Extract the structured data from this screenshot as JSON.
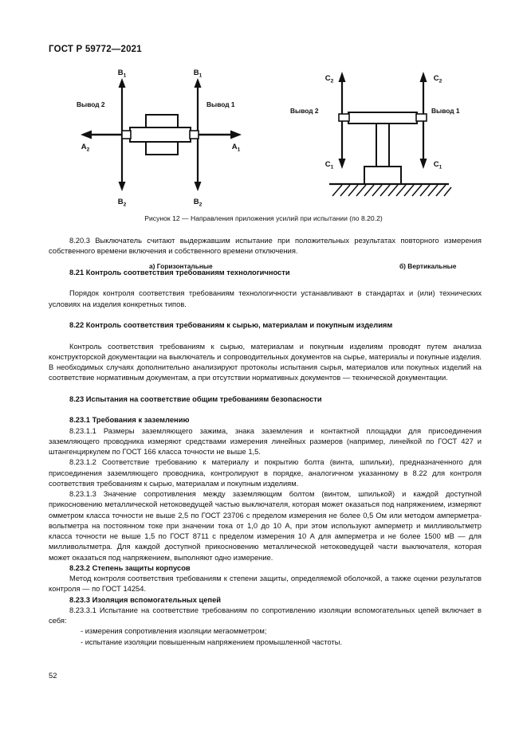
{
  "document": {
    "standard_header": "ГОСТ Р 59772—2021",
    "page_number": "52"
  },
  "figure": {
    "caption": "Рисунок 12 — Направления приложения усилий при испытании (по 8.20.2)",
    "sub_caption_a": "а) Горизонтальные",
    "sub_caption_b": "б) Вертикальные",
    "diagram_a": {
      "label_b1_left": "B",
      "label_b1_left_sub": "1",
      "label_b1_right": "B",
      "label_b1_right_sub": "1",
      "label_b2_left": "B",
      "label_b2_left_sub": "2",
      "label_b2_right": "B",
      "label_b2_right_sub": "2",
      "label_a2": "A",
      "label_a2_sub": "2",
      "label_a1": "A",
      "label_a1_sub": "1",
      "terminal_left": "Вывод 2",
      "terminal_right": "Вывод 1"
    },
    "diagram_b": {
      "label_c2_left": "C",
      "label_c2_left_sub": "2",
      "label_c2_right": "C",
      "label_c2_right_sub": "2",
      "label_c1_left": "C",
      "label_c1_left_sub": "1",
      "label_c1_right": "C",
      "label_c1_right_sub": "1",
      "terminal_left": "Вывод 2",
      "terminal_right": "Вывод 1"
    }
  },
  "content": {
    "p_8_20_3": "8.20.3 Выключатель считают выдержавшим испытание при положительных результатах повторного измерения собственного времени включения и собственного времени отключения.",
    "h_8_21": "8.21 Контроль соответствия требованиям технологичности",
    "p_8_21": "Порядок контроля соответствия требованиям технологичности устанавливают в стандартах и (или) технических условиях на изделия конкретных типов.",
    "h_8_22": "8.22 Контроль соответствия требованиям к сырью, материалам и покупным изделиям",
    "p_8_22": "Контроль соответствия требованиям к сырью, материалам и покупным изделиям проводят путем анализа конструкторской документации на выключатель и сопроводительных документов на сырье, материалы и покупные изделия. В необходимых случаях дополнительно анализируют протоколы испытания сырья, материалов или покупных изделий на соответствие нормативным документам, а при отсутствии нормативных документов — технической документации.",
    "h_8_23": "8.23 Испытания на соответствие общим требованиям безопасности",
    "h_8_23_1": "8.23.1 Требования к заземлению",
    "p_8_23_1_1": "8.23.1.1 Размеры заземляющего зажима, знака заземления и контактной площадки для присоединения заземляющего проводника измеряют средствами измерения линейных размеров (например, линейкой по ГОСТ 427 и штангенциркулем по ГОСТ 166 класса точности не выше 1,5.",
    "p_8_23_1_2": "8.23.1.2 Соответствие требованию к материалу и покрытию болта (винта, шпильки), предназначенного для присоединения заземляющего проводника, контролируют в порядке, аналогичном указанному в 8.22 для контроля соответствия требованиям к сырью, материалам и покупным изделиям.",
    "p_8_23_1_3": "8.23.1.3 Значение сопротивления между заземляющим болтом (винтом, шпилькой) и каждой доступной прикосновению металлической нетоковедущей частью выключателя, которая может оказаться под напряжением, измеряют омметром класса точности не выше 2,5 по ГОСТ 23706 с пределом измерения не более 0,5 Ом или методом амперметра-вольтметра на постоянном токе при значении тока от 1,0 до 10 А, при этом используют амперметр и милливольтметр класса точности не выше 1,5 по ГОСТ 8711 с пределом измерения 10 А для амперметра и не более 1500 мВ — для милливольтметра. Для каждой доступной прикосновению металлической нетоковедущей части выключателя, которая может оказаться под напряжением, выполняют одно измерение.",
    "h_8_23_2": "8.23.2 Степень защиты корпусов",
    "p_8_23_2": "Метод контроля соответствия требованиям к степени защиты, определяемой оболочкой, а также оценки результатов контроля — по ГОСТ 14254.",
    "h_8_23_3": "8.23.3 Изоляция вспомогательных цепей",
    "p_8_23_3_1": "8.23.3.1 Испытание на соответствие требованиям по сопротивлению изоляции вспомогательных цепей включает в себя:",
    "bullet_1": "- измерения сопротивления изоляции мегаомметром;",
    "bullet_2": "- испытание изоляции повышенным напряжением промышленной частоты."
  },
  "colors": {
    "text": "#111111",
    "background": "#ffffff",
    "line": "#111111"
  }
}
